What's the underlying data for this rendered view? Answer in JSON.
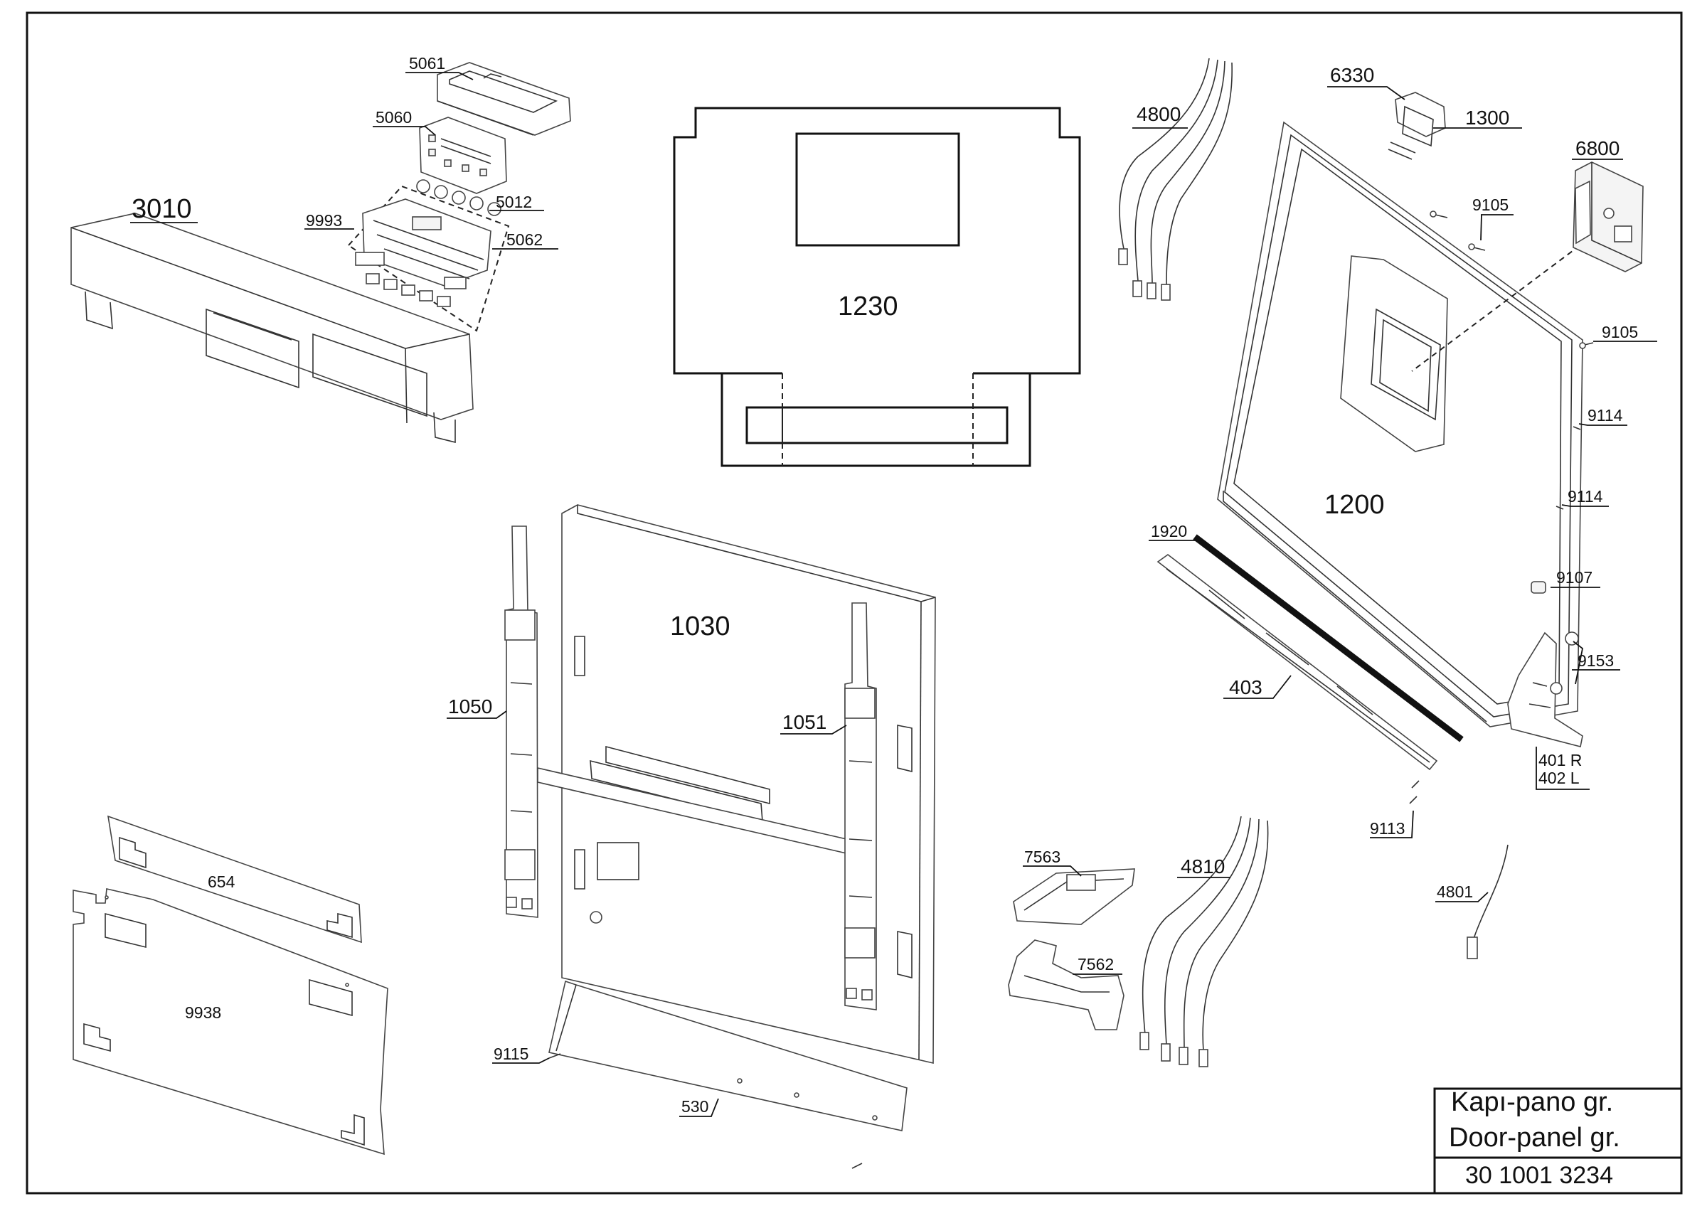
{
  "labels": {
    "p5061": "5061",
    "p5060": "5060",
    "p5012": "5012",
    "p9993": "9993",
    "p5062": "5062",
    "p3010": "3010",
    "p1230": "1230",
    "p4800": "4800",
    "p6330": "6330",
    "p1300": "1300",
    "p6800": "6800",
    "p9105a": "9105",
    "p9105b": "9105",
    "p9114a": "9114",
    "p9114b": "9114",
    "p1200": "1200",
    "p9107": "9107",
    "p1920": "1920",
    "p9153": "9153",
    "p403": "403",
    "p401r": "401 R",
    "p402l": "402 L",
    "p9113": "9113",
    "p4801": "4801",
    "p1030": "1030",
    "p1050": "1050",
    "p1051": "1051",
    "p654": "654",
    "p9938": "9938",
    "p9115": "9115",
    "p530": "530",
    "p7563": "7563",
    "p7562": "7562",
    "p4810": "4810"
  },
  "title_block": {
    "line1": "Kapı-pano gr.",
    "line2": "Door-panel gr.",
    "part_number": "30 1001 3234"
  }
}
